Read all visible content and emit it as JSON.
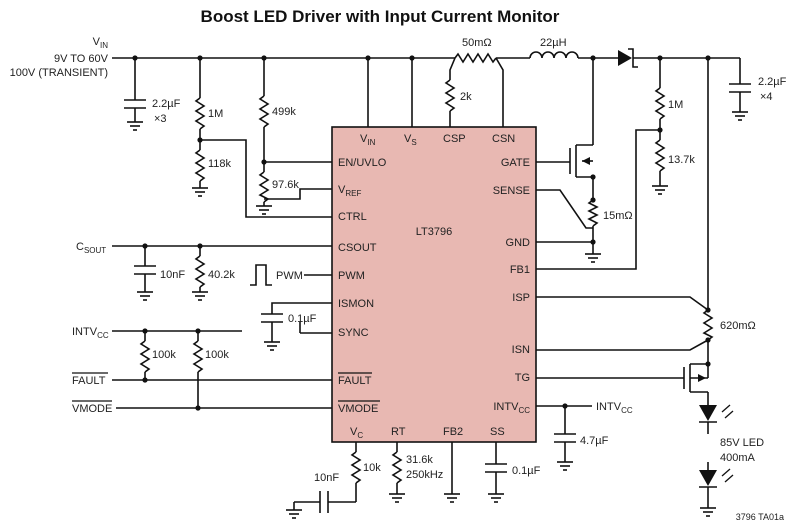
{
  "title": "Boost LED Driver with Input Current Monitor",
  "ic": {
    "name": "LT3796",
    "fill_color": "#e8b8b2",
    "pins_top": [
      "VIN",
      "VS",
      "CSP",
      "CSN"
    ],
    "pins_left": [
      "EN/UVLO",
      "VREF",
      "CTRL",
      "CSOUT",
      "PWM",
      "ISMON",
      "SYNC",
      "FAULT",
      "VMODE"
    ],
    "pins_right": [
      "GATE",
      "SENSE",
      "GND",
      "FB1",
      "ISP",
      "ISN",
      "TG",
      "INTVCC"
    ],
    "pins_bottom": [
      "VC",
      "RT",
      "FB2",
      "SS"
    ]
  },
  "supply": {
    "label": "VIN",
    "range": "9V TO 60V",
    "transient": "100V (TRANSIENT)"
  },
  "components": {
    "c_in": "2.2µF",
    "c_in_mult": "×3",
    "r_uvlo_top": "1M",
    "r_uvlo_bot": "118k",
    "r_ref_top": "499k",
    "r_ref_bot": "97.6k",
    "r_sense_in": "50mΩ",
    "r_csp": "2k",
    "inductor": "22µH",
    "c_out": "2.2µF",
    "c_out_mult": "×4",
    "r_fb_top": "1M",
    "r_fb_bot": "13.7k",
    "r_sense_sw": "15mΩ",
    "r_led": "620mΩ",
    "c_csout": "10nF",
    "r_csout": "40.2k",
    "c_ismon": "0.1µF",
    "r_fault": "100k",
    "r_vmode": "100k",
    "c_intvcc": "4.7µF",
    "r_vc": "10k",
    "c_vc": "10nF",
    "r_rt": "31.6k",
    "f_rt": "250kHz",
    "c_ss": "0.1µF"
  },
  "nets": {
    "csout": "CSOUT",
    "pwm": "PWM",
    "intvcc": "INTVCC",
    "fault": "FAULT",
    "vmode": "VMODE",
    "intvcc_out": "INTVCC"
  },
  "led": {
    "voltage": "85V LED",
    "current": "400mA"
  },
  "figure_id": "3796 TA01a"
}
